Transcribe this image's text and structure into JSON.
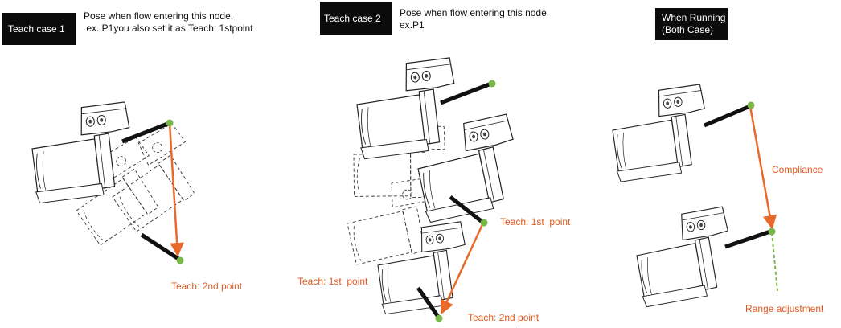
{
  "colors": {
    "accent_orange": "#e86a2b",
    "label_orange": "#e15a1f",
    "point_green": "#7ab648",
    "tag_bg": "#0b0b0b",
    "tag_text": "#ffffff",
    "line_dark": "#222222"
  },
  "panels": [
    {
      "tag": "Teach case 1",
      "desc_lines": [
        "Pose when flow entering this node,",
        " ex. P1you also set it as Teach: 1stpoint"
      ],
      "labels": [
        "Teach: 2nd point"
      ]
    },
    {
      "tag": "Teach case 2",
      "desc_lines": [
        "Pose when flow entering this node,",
        "ex.P1"
      ],
      "labels": [
        "Teach: 1st  point",
        "Teach: 1st  point",
        "Teach: 2nd point"
      ]
    },
    {
      "tag_lines": [
        "When Running",
        "(Both Case)"
      ],
      "labels": [
        "Compliance",
        "Range adjustment"
      ]
    }
  ]
}
